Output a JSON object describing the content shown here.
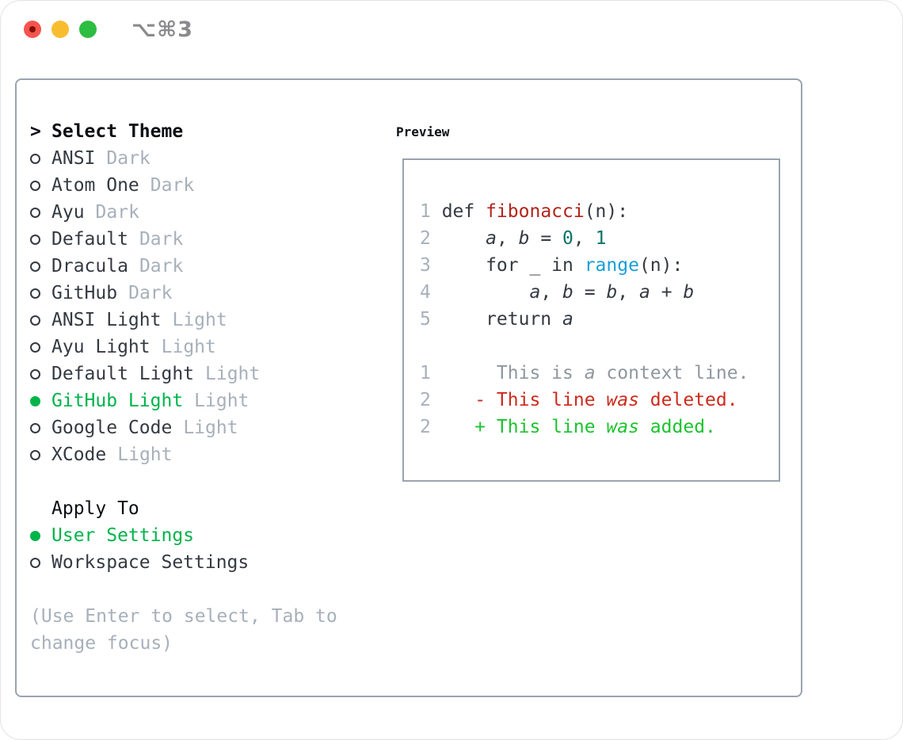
{
  "window": {
    "title": "⌥⌘3",
    "traffic_lights": [
      "close",
      "minimize",
      "zoom"
    ],
    "close_has_modified_dot": true
  },
  "theme_panel": {
    "header_prefix": ">",
    "header": "Select Theme",
    "items": [
      {
        "name": "ANSI",
        "variant": "Dark",
        "selected": false
      },
      {
        "name": "Atom One",
        "variant": "Dark",
        "selected": false
      },
      {
        "name": "Ayu",
        "variant": "Dark",
        "selected": false
      },
      {
        "name": "Default",
        "variant": "Dark",
        "selected": false
      },
      {
        "name": "Dracula",
        "variant": "Dark",
        "selected": false
      },
      {
        "name": "GitHub",
        "variant": "Dark",
        "selected": false
      },
      {
        "name": "ANSI Light",
        "variant": "Light",
        "selected": false
      },
      {
        "name": "Ayu Light",
        "variant": "Light",
        "selected": false
      },
      {
        "name": "Default Light",
        "variant": "Light",
        "selected": false
      },
      {
        "name": "GitHub Light",
        "variant": "Light",
        "selected": true
      },
      {
        "name": "Google Code",
        "variant": "Light",
        "selected": false
      },
      {
        "name": "XCode",
        "variant": "Light",
        "selected": false
      }
    ],
    "apply_to": {
      "header": "Apply To",
      "options": [
        {
          "label": "User Settings",
          "selected": true
        },
        {
          "label": "Workspace Settings",
          "selected": false
        }
      ]
    },
    "help_text": "(Use Enter to select, Tab to change focus)"
  },
  "preview": {
    "title": "Preview",
    "lines": [
      {
        "num": "1",
        "tokens": [
          [
            "def ",
            "fg",
            false
          ],
          [
            "fibonacci",
            "red",
            false
          ],
          [
            "(n):",
            "fg",
            false
          ]
        ]
      },
      {
        "num": "2",
        "tokens": [
          [
            "    ",
            "fg",
            false
          ],
          [
            "a",
            "fg",
            true
          ],
          [
            ", ",
            "fg",
            false
          ],
          [
            "b",
            "fg",
            true
          ],
          [
            " = ",
            "fg",
            false
          ],
          [
            "0",
            "teal",
            false
          ],
          [
            ", ",
            "fg",
            false
          ],
          [
            "1",
            "teal",
            false
          ]
        ]
      },
      {
        "num": "3",
        "tokens": [
          [
            "    for _ in ",
            "fg",
            false
          ],
          [
            "range",
            "blue",
            false
          ],
          [
            "(n):",
            "fg",
            false
          ]
        ]
      },
      {
        "num": "4",
        "tokens": [
          [
            "        ",
            "fg",
            false
          ],
          [
            "a",
            "fg",
            true
          ],
          [
            ", ",
            "fg",
            false
          ],
          [
            "b",
            "fg",
            true
          ],
          [
            " = ",
            "fg",
            false
          ],
          [
            "b",
            "fg",
            true
          ],
          [
            ", ",
            "fg",
            false
          ],
          [
            "a",
            "fg",
            true
          ],
          [
            " + ",
            "fg",
            false
          ],
          [
            "b",
            "fg",
            true
          ]
        ]
      },
      {
        "num": "5",
        "tokens": [
          [
            "    return ",
            "fg",
            false
          ],
          [
            "a",
            "fg",
            true
          ]
        ]
      },
      {
        "num": "",
        "tokens": []
      },
      {
        "num": "1",
        "tokens": [
          [
            "     This is ",
            "ctx",
            false
          ],
          [
            "a",
            "ctx",
            true
          ],
          [
            " context line.",
            "ctx",
            false
          ]
        ]
      },
      {
        "num": "2",
        "tokens": [
          [
            "   - This line ",
            "del",
            false
          ],
          [
            "was",
            "del",
            true
          ],
          [
            " deleted.",
            "del",
            false
          ]
        ]
      },
      {
        "num": "2",
        "tokens": [
          [
            "   + This line ",
            "add",
            false
          ],
          [
            "was",
            "add",
            true
          ],
          [
            " added.",
            "add",
            false
          ]
        ]
      }
    ]
  },
  "colors": {
    "accent_green": "#00b44a",
    "header_fg": "#0b0e13",
    "item_fg": "#343a42",
    "muted_fg": "#a7b0ba",
    "border_gray": "#9aa3af",
    "code_fg": "#343a42",
    "code_red": "#b2241c",
    "code_teal": "#0d7268",
    "code_blue": "#189fd8",
    "diff_ctx": "#8f979f",
    "diff_del": "#cc2a1c",
    "diff_add": "#1bc32d",
    "traffic_red": "#f5544d",
    "traffic_red_dot": "#850d08",
    "traffic_yellow": "#f8bd2f",
    "traffic_green": "#2dbd41",
    "title_fg": "#8a8a8e"
  }
}
